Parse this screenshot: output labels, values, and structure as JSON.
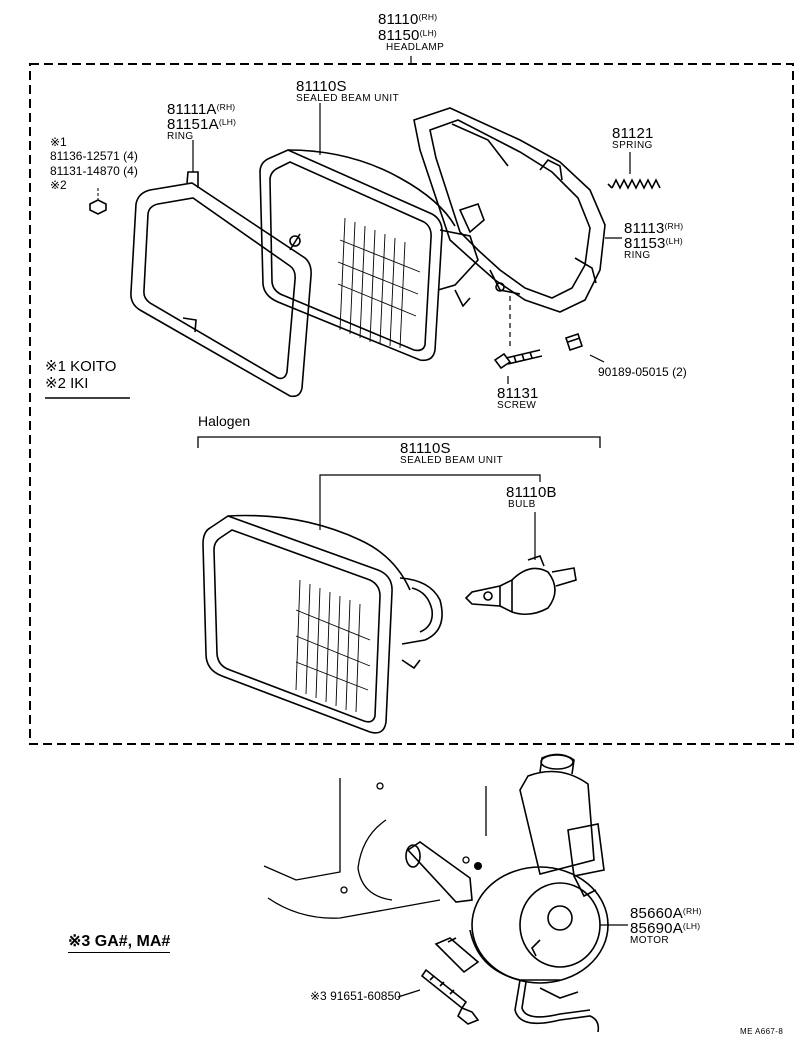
{
  "headlamp": {
    "pn_rh": "81110",
    "pn_lh": "81150",
    "side_rh": "(RH)",
    "side_lh": "(LH)",
    "name": "HEADLAMP"
  },
  "sealed_beam_top": {
    "pn": "81110S",
    "name": "SEALED BEAM UNIT"
  },
  "ring_front": {
    "pn_rh": "81111A",
    "pn_lh": "81151A",
    "side_rh": "(RH)",
    "side_lh": "(LH)",
    "name": "RING"
  },
  "screw_note": {
    "mark1": "※1",
    "line1": "81136-12571 (4)",
    "line2": "81131-14870 (4)",
    "mark2": "※2"
  },
  "spring": {
    "pn": "81121",
    "name": "SPRING"
  },
  "ring_rear": {
    "pn_rh": "81113",
    "pn_lh": "81153",
    "side_rh": "(RH)",
    "side_lh": "(LH)",
    "name": "RING"
  },
  "nut": {
    "label": "90189-05015 (2)"
  },
  "screw": {
    "pn": "81131",
    "name": "SCREW"
  },
  "legend_makers": {
    "line1": "※1 KOITO",
    "line2": "※2 IKI"
  },
  "halogen": {
    "title": "Halogen",
    "sealed_beam": {
      "pn": "81110S",
      "name": "SEALED BEAM UNIT"
    },
    "bulb": {
      "pn": "81110B",
      "name": "BULB"
    }
  },
  "motor": {
    "pn_rh": "85660A",
    "pn_lh": "85690A",
    "side_rh": "(RH)",
    "side_lh": "(LH)",
    "name": "MOTOR"
  },
  "bolt": {
    "label": "※3 91651-60850"
  },
  "model_note": {
    "label": "※3 GA#, MA#"
  },
  "figure_code": {
    "label": "ME A667-8"
  }
}
